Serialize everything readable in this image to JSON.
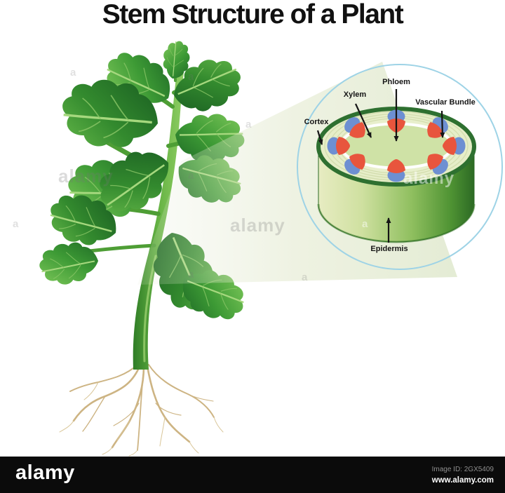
{
  "title": "Stem Structure of a Plant",
  "inset": {
    "labels": {
      "phloem": "Phloem",
      "xylem": "Xylem",
      "vascular_bundle": "Vascular Bundle",
      "cortex": "Cortex",
      "epidermis": "Epidermis"
    },
    "colors": {
      "xylem_red": "#e8553d",
      "phloem_blue": "#6d8fd2",
      "ring_white": "#ffffff",
      "magnifier_outline": "#9ed3e6",
      "rim_green": "#2e7030",
      "leaf_green": "#3d9434",
      "root_tan": "#cdb483"
    }
  },
  "watermark": {
    "brand": "alamy",
    "letter": "a",
    "image_id": "Image ID: 2GX5409",
    "website": "www.alamy.com"
  }
}
